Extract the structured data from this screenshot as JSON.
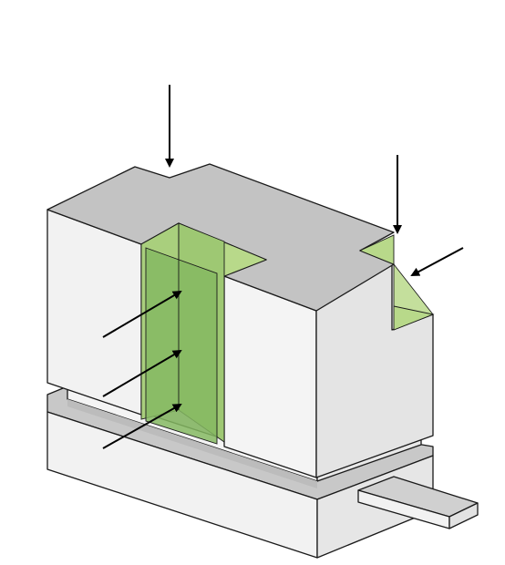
{
  "diagram": {
    "kind": "isometric mechanical assembly illustration",
    "colors": {
      "background": "#ffffff",
      "face_light": "#f2f2f2",
      "face_side": "#e4e4e4",
      "face_top": "#c3c3c3",
      "gap_gray": "#bdbdbd",
      "green_light": "#b8d98a",
      "green_mid": "#93c16c",
      "green_dark": "#7fb45e",
      "edge": "#1a1a1a",
      "arrow": "#000000"
    },
    "arrows": [
      {
        "name": "top-down-arrow-left",
        "direction": "down"
      },
      {
        "name": "top-down-arrow-right",
        "direction": "down"
      },
      {
        "name": "side-arrow-right",
        "direction": "down-left"
      },
      {
        "name": "side-arrow-upper",
        "direction": "up-right"
      },
      {
        "name": "side-arrow-middle",
        "direction": "up-right"
      },
      {
        "name": "side-arrow-lower",
        "direction": "up-right"
      }
    ]
  }
}
